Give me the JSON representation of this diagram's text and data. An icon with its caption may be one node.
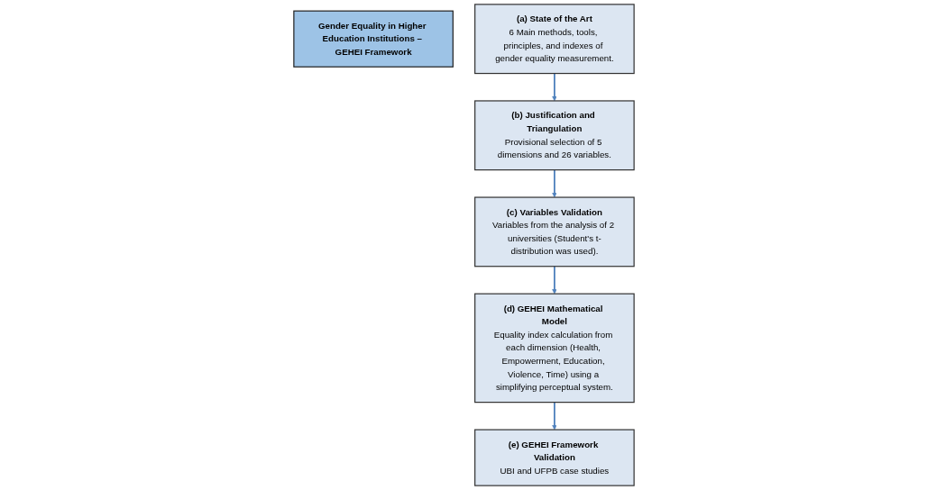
{
  "diagram": {
    "nodes": [
      {
        "text": [
          "Gender Equality in Higher Education Institutions – GEHEI Framework"
        ]
      },
      {
        "text": [
          "(a) State of the Art",
          "6 Main methods, tools, principles, and indexes of gender equality measurement."
        ]
      },
      {
        "text": [
          "(b) Justification and Triangulation",
          "Provisional selection of 5 dimensions and 26 variables."
        ]
      },
      {
        "text": [
          "(c) Variables Validation",
          "Variables from the analysis of 2 universities (Student's t-distribution was used)."
        ]
      },
      {
        "text": [
          "(e) GEHEI Framework Validation",
          "UBI and UFPB case studies"
        ]
      },
      {
        "text": [
          "(d) GEHEI Mathematical Model",
          "Equality index calculation from each dimension (Health, Empowerment, Education, Violence, Time) using a simplifying perceptual system."
        ]
      }
    ],
    "edges": [
      {
        "from": 1,
        "to": 2,
        "arrow": "to"
      },
      {
        "from": 2,
        "to": 3,
        "arrow": "to"
      },
      {
        "from": 3,
        "to": 5,
        "arrow": "to"
      },
      {
        "from": 5,
        "to": 4,
        "arrow": "to"
      }
    ]
  }
}
